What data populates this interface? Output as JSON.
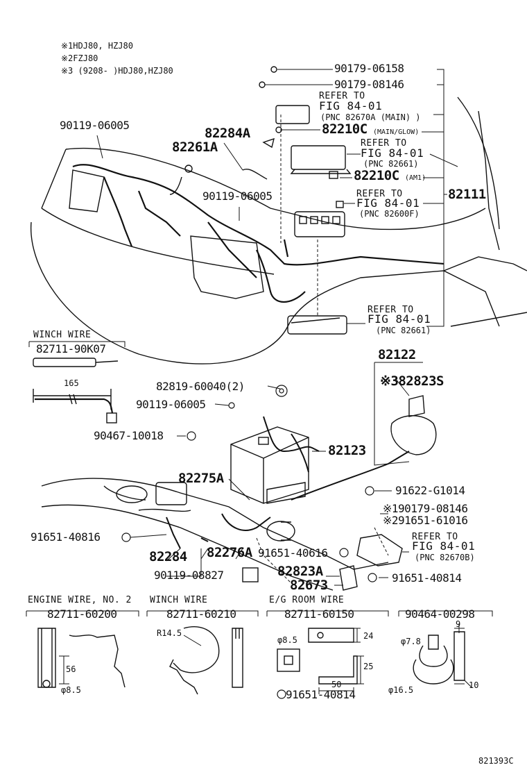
{
  "notes": {
    "n1": "※1HDJ80, HZJ80",
    "n2": "※2FZJ80",
    "n3": "※3 (9208-     )HDJ80,HZJ80"
  },
  "parts": {
    "p90179_06158": "90179-06158",
    "p90179_08146": "90179-08146",
    "p90119_06005_a": "90119-06005",
    "p82284A": "82284A",
    "p82210C_main": "82210C",
    "p82210C_main_sub": "(MAIN/GLOW)",
    "p82261A": "82261A",
    "p82210C_am1": "82210C",
    "p82210C_am1_sub": "(AM1)",
    "p90119_06005_b": "90119-06005",
    "p82111": "82111",
    "p82122": "82122",
    "p82823S": "※382823S",
    "p82819_60040": "82819-60040(2)",
    "p90119_06005_c": "90119-06005",
    "p90467_10018": "90467-10018",
    "p82123": "82123",
    "p82275A": "82275A",
    "p91622_G1014": "91622-G1014",
    "p90179_08146_b": "※190179-08146",
    "p91651_61016": "※291651-61016",
    "p91651_40816": "91651-40816",
    "p82284": "82284",
    "p82276A": "82276A",
    "p91651_40616": "91651-40616",
    "p90119_08827": "90119-08827",
    "p82823A": "82823A",
    "p82673": "82673",
    "p91651_40814": "91651-40814",
    "p91651_40814_b": "91651-40814"
  },
  "refs": {
    "r1_a": "REFER TO",
    "r1_b": "FIG 84-01",
    "r1_c": "(PNC 82670A (MAIN) )",
    "r2_a": "REFER TO",
    "r2_b": "FIG 84-01",
    "r2_c": "(PNC 82661)",
    "r3_a": "REFER TO",
    "r3_b": "FIG 84-01",
    "r3_c": "(PNC 82600F)",
    "r4_a": "REFER TO",
    "r4_b": "FIG 84-01",
    "r4_c": "(PNC 82661)",
    "r5_a": "REFER TO",
    "r5_b": "FIG 84-01",
    "r5_c": "(PNC 82670B)"
  },
  "sections": {
    "winch_wire_top": "WINCH WIRE",
    "winch_wire_top_pn": "82711-90K07",
    "engine_wire": "ENGINE WIRE, NO. 2",
    "engine_wire_pn": "82711-60200",
    "winch_wire": "WINCH WIRE",
    "winch_wire_pn": "82711-60210",
    "eg_room_wire": "E/G ROOM WIRE",
    "eg_room_wire_pn": "82711-60150",
    "clip_pn": "90464-00298"
  },
  "dims": {
    "d165": "165",
    "d56": "56",
    "d85a": "φ8.5",
    "r145": "R14.5",
    "d85b": "φ8.5",
    "d24": "24",
    "d25": "25",
    "d50": "50",
    "d9": "9",
    "d78": "φ7.8",
    "d165b": "φ16.5",
    "d10": "10"
  },
  "footer": {
    "code": "821393C"
  }
}
